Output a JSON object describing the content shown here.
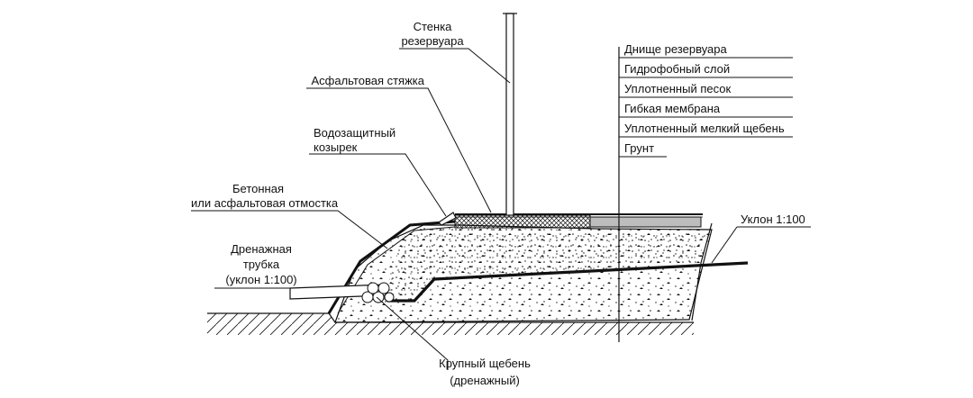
{
  "labels": {
    "tank_wall_line1": "Стенка",
    "tank_wall_line2": "резервуара",
    "asphalt_screed": "Асфальтовая стяжка",
    "water_visor_line1": "Водозащитный",
    "water_visor_line2": "козырек",
    "blind_area_line1": "Бетонная",
    "blind_area_line2": "или асфальтовая отмостка",
    "drain_pipe_line1": "Дренажная",
    "drain_pipe_line2": "трубка",
    "drain_pipe_line3": "(уклон 1:100)",
    "coarse_gravel_line1": "Крупный щебень",
    "coarse_gravel_line2": "(дренажный)",
    "slope": "Уклон 1:100"
  },
  "layers": [
    "Днище резервуара",
    "Гидрофобный слой",
    "Уплотненный песок",
    "Гибкая мембрана",
    "Уплотненный мелкий щебень",
    "Грунт"
  ],
  "colors": {
    "ink": "#111111",
    "background": "#ffffff",
    "gray_layer": "#bdbdbd"
  }
}
